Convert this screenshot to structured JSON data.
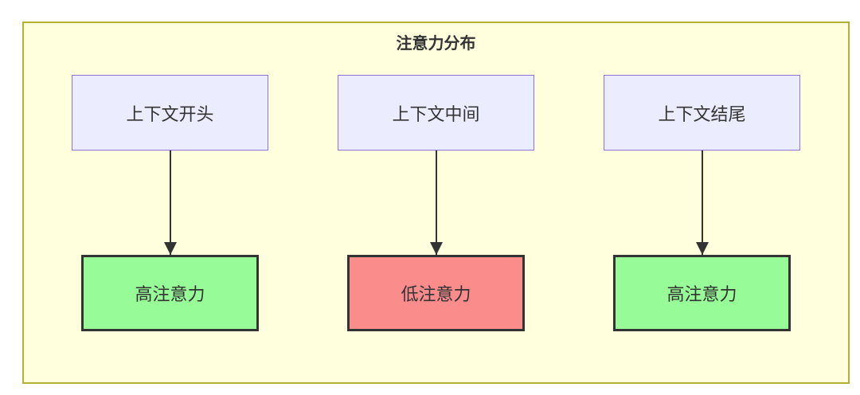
{
  "diagram": {
    "title": "注意力分布",
    "colors": {
      "container_fill": "#ffffde",
      "container_border": "#b1b133",
      "node_fill": "#ececff",
      "node_border": "#9370db",
      "high_fill": "#97fb97",
      "low_fill": "#fa8c8c",
      "result_border": "#333333",
      "edge_color": "#333333",
      "text_color": "#333333"
    },
    "columns": [
      {
        "source": "上下文开头",
        "target": "高注意力",
        "level": "high"
      },
      {
        "source": "上下文中间",
        "target": "低注意力",
        "level": "low"
      },
      {
        "source": "上下文结尾",
        "target": "高注意力",
        "level": "high"
      }
    ]
  }
}
